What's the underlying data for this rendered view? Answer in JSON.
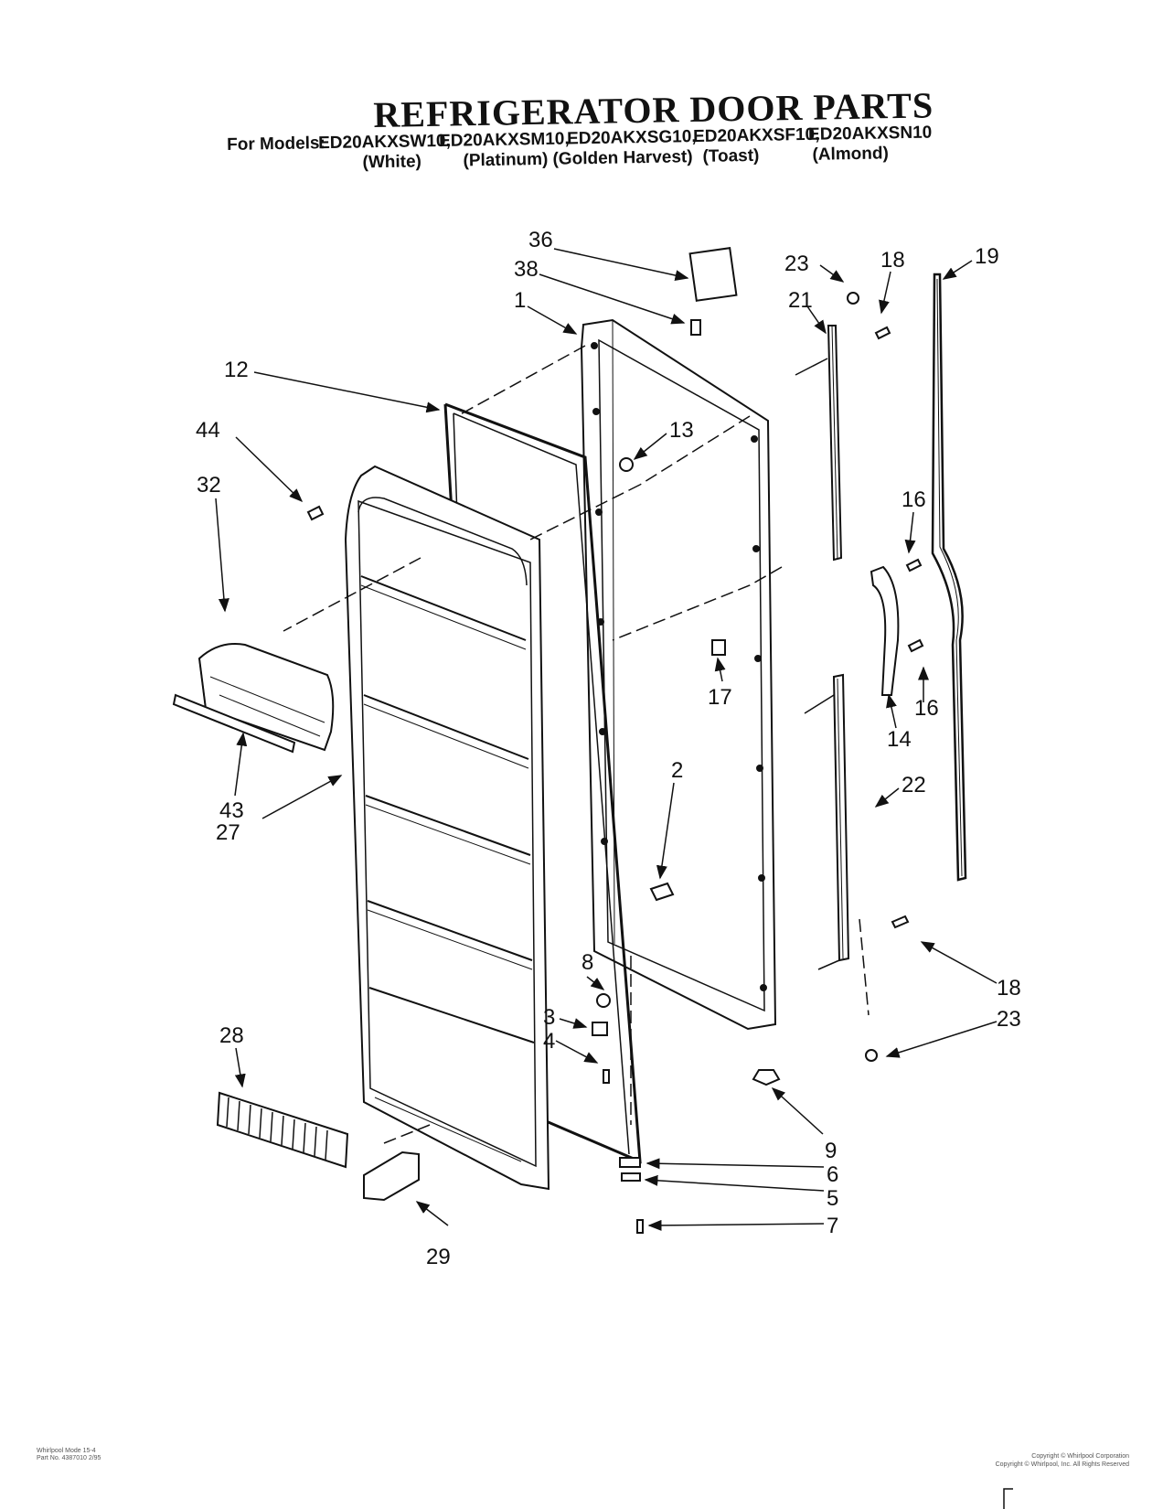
{
  "title": "REFRIGERATOR DOOR PARTS",
  "models_label": "For Models:",
  "models": [
    {
      "code": "ED20AKXSW10,",
      "color": "(White)"
    },
    {
      "code": "ED20AKXSM10,",
      "color": "(Platinum)"
    },
    {
      "code": "ED20AKXSG10,",
      "color": "(Golden Harvest)"
    },
    {
      "code": "ED20AKXSF10,",
      "color": "(Toast)"
    },
    {
      "code": "ED20AKXSN10",
      "color": "(Almond)"
    }
  ],
  "callouts": {
    "c36": "36",
    "c38": "38",
    "c1": "1",
    "c12": "12",
    "c44": "44",
    "c32": "32",
    "c13": "13",
    "c23a": "23",
    "c18a": "18",
    "c19": "19",
    "c21": "21",
    "c16a": "16",
    "c17": "17",
    "c16b": "16",
    "c14": "14",
    "c22": "22",
    "c43": "43",
    "c27": "27",
    "c2": "2",
    "c8": "8",
    "c3": "3",
    "c4": "4",
    "c28": "28",
    "c18b": "18",
    "c23b": "23",
    "c9": "9",
    "c6": "6",
    "c5": "5",
    "c7": "7",
    "c29": "29"
  },
  "footer": {
    "left_line1": "Whirlpool Mode 15-4",
    "left_line2": "Part No. 4387010 2/95",
    "right_line1": "Copyright © Whirlpool Corporation",
    "right_line2": "Copyright © Whirlpool, Inc. All Rights Reserved"
  }
}
